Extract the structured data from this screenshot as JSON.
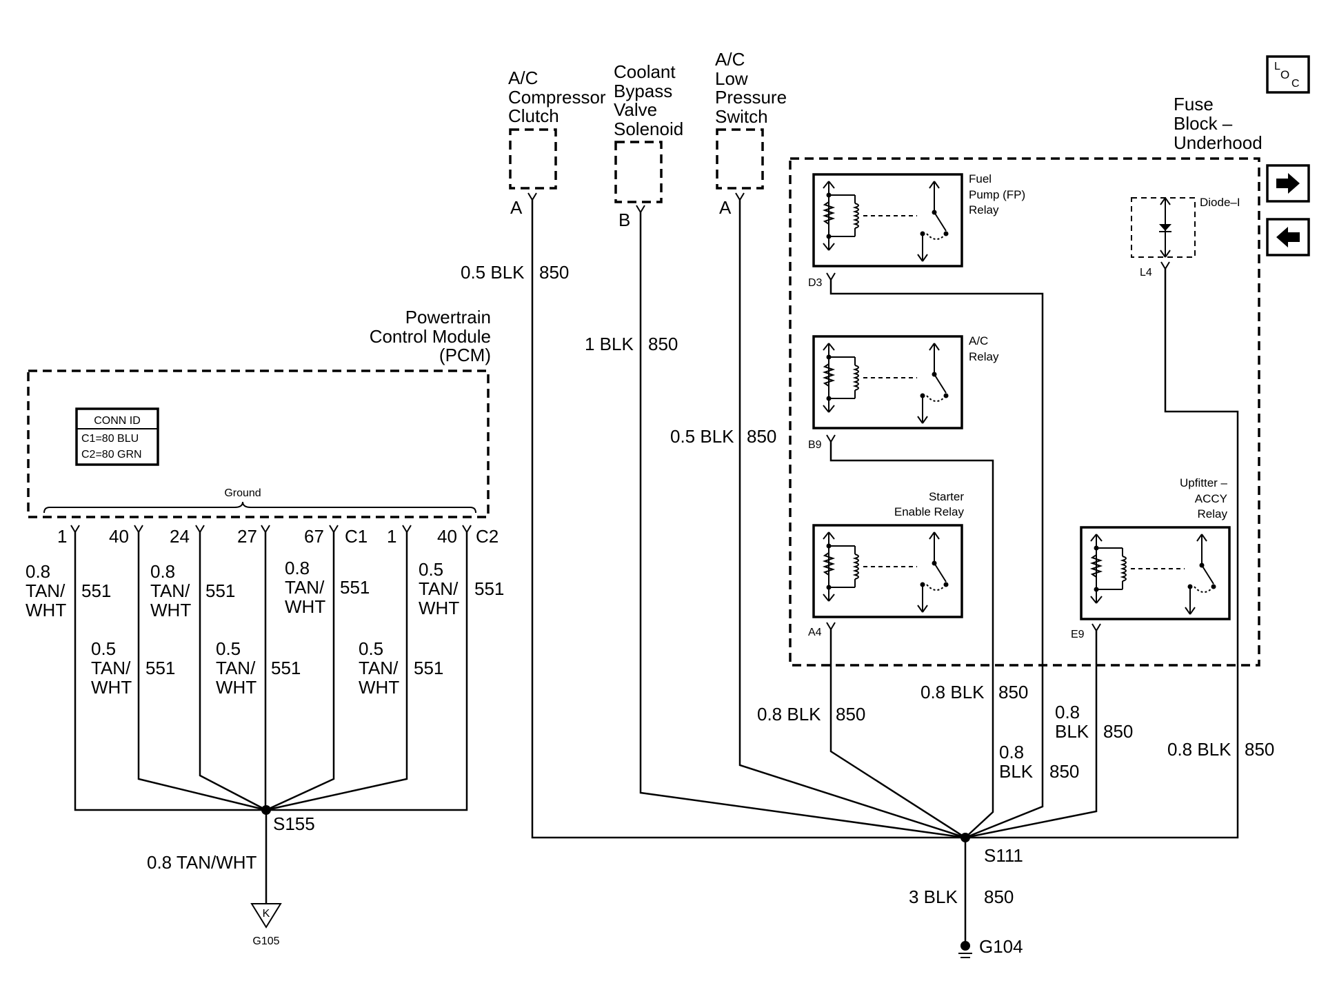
{
  "components": {
    "ac_clutch": {
      "line1": "A/C",
      "line2": "Compressor",
      "line3": "Clutch",
      "pin": "A"
    },
    "coolant_bypass": {
      "line1": "Coolant",
      "line2": "Bypass",
      "line3": "Valve",
      "line4": "Solenoid",
      "pin": "B"
    },
    "ac_low_pressure": {
      "line1": "A/C",
      "line2": "Low",
      "line3": "Pressure",
      "line4": "Switch",
      "pin": "A"
    }
  },
  "fuse_block": {
    "line1": "Fuse",
    "line2": "Block –",
    "line3": "Underhood",
    "relays": [
      {
        "line1": "Fuel",
        "line2": "Pump (FP)",
        "line3": "Relay",
        "pin": "D3"
      },
      {
        "line1": "A/C",
        "line2": "Relay",
        "pin": "B9"
      },
      {
        "line1": "Starter",
        "line2": "Enable Relay",
        "pin": "A4"
      },
      {
        "line1": "Upfitter –",
        "line2": "ACCY",
        "line3": "Relay",
        "pin": "E9"
      }
    ],
    "diode": {
      "label": "Diode–I",
      "pin": "L4"
    }
  },
  "pcm": {
    "line1": "Powertrain",
    "line2": "Control Module",
    "line3": "(PCM)",
    "conn_id": {
      "title": "CONN ID",
      "c1": "C1=80 BLU",
      "c2": "C2=80 GRN"
    },
    "ground_label": "Ground",
    "pins": [
      "1",
      "40",
      "24",
      "27",
      "67",
      "C1",
      "1",
      "40",
      "C2"
    ]
  },
  "pcm_wires": [
    {
      "l1": "0.8",
      "l2": "TAN/",
      "l3": "WHT",
      "circuit": "551"
    },
    {
      "l1": "0.5",
      "l2": "TAN/",
      "l3": "WHT",
      "circuit": "551"
    },
    {
      "l1": "0.8",
      "l2": "TAN/",
      "l3": "WHT",
      "circuit": "551"
    },
    {
      "l1": "0.5",
      "l2": "TAN/",
      "l3": "WHT",
      "circuit": "551"
    },
    {
      "l1": "0.8",
      "l2": "TAN/",
      "l3": "WHT",
      "circuit": "551"
    },
    {
      "l1": "0.5",
      "l2": "TAN/",
      "l3": "WHT",
      "circuit": "551"
    },
    {
      "l1": "0.5",
      "l2": "TAN/",
      "l3": "WHT",
      "circuit": "551"
    }
  ],
  "splices": {
    "s155": "S155",
    "s111": "S111"
  },
  "grounds": {
    "g105": "G105",
    "g105_letter": "K",
    "g104": "G104"
  },
  "wire_labels": {
    "w_pcm_ground": "0.8 TAN/WHT",
    "w_ac_clutch": {
      "size": "0.5 BLK",
      "circuit": "850"
    },
    "w_coolant": {
      "size": "1 BLK",
      "circuit": "850"
    },
    "w_ac_lp": {
      "size": "0.5 BLK",
      "circuit": "850"
    },
    "w_a4": {
      "size": "0.8 BLK",
      "circuit": "850"
    },
    "w_d3": {
      "size": "0.8 BLK",
      "circuit": "850"
    },
    "w_b9": {
      "l1": "0.8",
      "l2": "BLK",
      "circuit": "850"
    },
    "w_e9": {
      "l1": "0.8",
      "l2": "BLK",
      "circuit": "850"
    },
    "w_l4": {
      "size": "0.8 BLK",
      "circuit": "850"
    },
    "w_ground_main": {
      "size": "3 BLK",
      "circuit": "850"
    }
  },
  "nav": {
    "loc_l": "L",
    "loc_o": "O",
    "loc_c": "C",
    "next_icon": "arrow-right-icon",
    "prev_icon": "arrow-left-icon"
  }
}
